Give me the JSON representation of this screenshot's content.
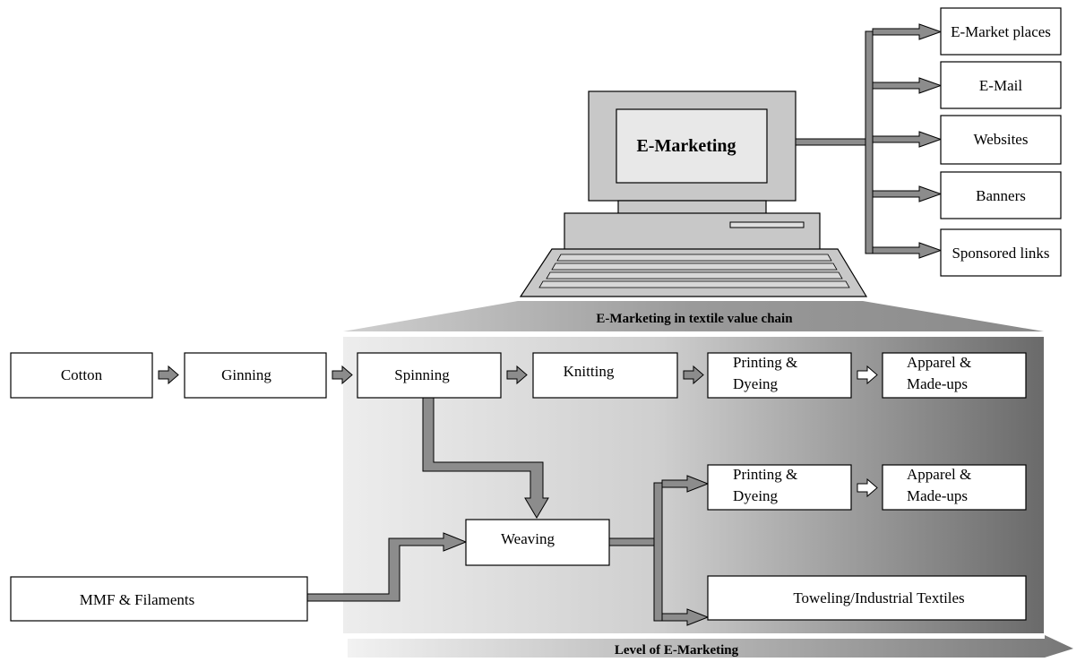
{
  "computer": {
    "screen_label": "E-Marketing"
  },
  "channels": [
    "E-Market places",
    "E-Mail",
    "Websites",
    "Banners",
    "Sponsored links"
  ],
  "band_label": "E-Marketing in textile value chain",
  "chain": {
    "cotton": "Cotton",
    "ginning": "Ginning",
    "spinning": "Spinning",
    "knitting": "Knitting",
    "printing_dyeing_1": [
      "Printing &",
      "Dyeing"
    ],
    "apparel_1": [
      "Apparel &",
      "Made-ups"
    ],
    "printing_dyeing_2": [
      "Printing &",
      "Dyeing"
    ],
    "apparel_2": [
      "Apparel &",
      "Made-ups"
    ],
    "weaving": "Weaving",
    "mmf": "MMF & Filaments",
    "toweling": "Toweling/Industrial Textiles"
  },
  "level_label": "Level of E-Marketing",
  "colors": {
    "pipe": "#8c8c8c",
    "band_dark": "#6b6b6b",
    "band_light": "#ececec"
  }
}
